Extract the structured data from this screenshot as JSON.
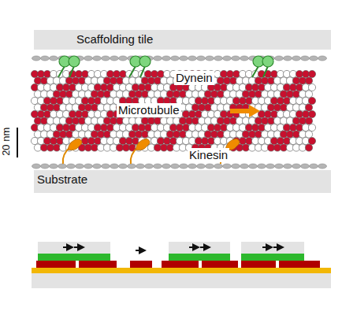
{
  "diagram": {
    "nodes": [
      {
        "text": [
          "Scaffolding tile"
        ]
      },
      {
        "text": [
          "Substrate"
        ]
      }
    ],
    "labels": [
      "Dynein",
      "Microtubule",
      "20 nm",
      "Kinesin"
    ]
  }
}
